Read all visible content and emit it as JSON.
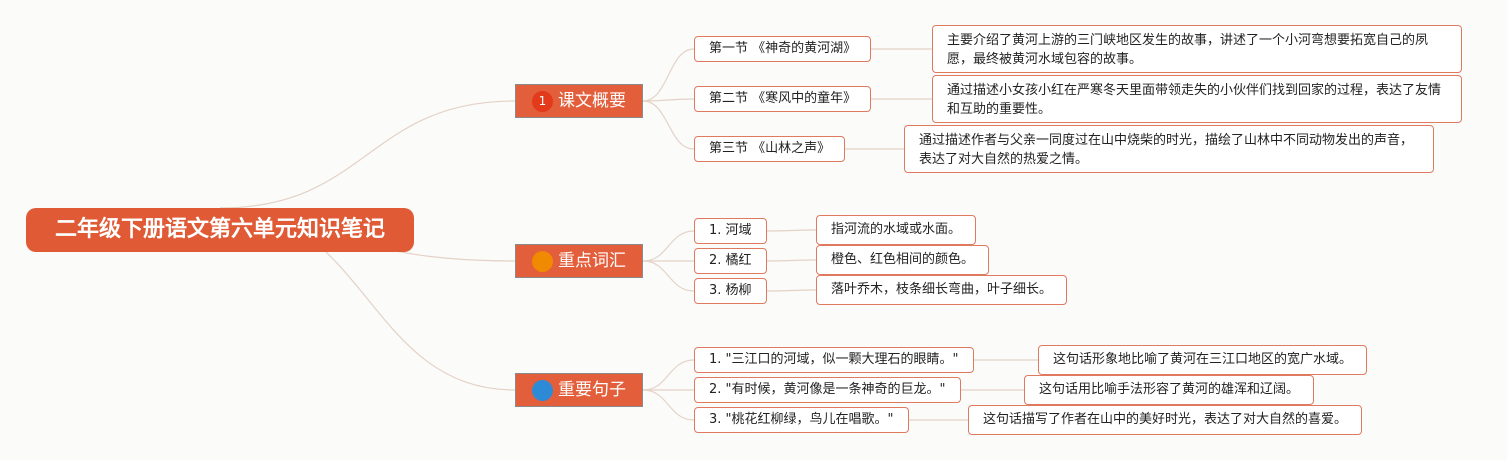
{
  "title": "二年级下册语文第六单元知识笔记",
  "colors": {
    "root": "#df5a35",
    "branch": "#e35e3b",
    "node_border": "#e07a5f",
    "link": "#e4d2c6",
    "badge_1": "#e23a1b",
    "badge_2": "#f08a00",
    "badge_3": "#2d8ad6"
  },
  "branches": [
    {
      "label": "课文概要",
      "badge": "1",
      "children": [
        {
          "label": "第一节 《神奇的黄河湖》",
          "note": "主要介绍了黄河上游的三门峡地区发生的故事，讲述了一个小河弯想要拓宽自己的夙愿，最终被黄河水域包容的故事。"
        },
        {
          "label": "第二节 《寒风中的童年》",
          "note": "通过描述小女孩小红在严寒冬天里面带领走失的小伙伴们找到回家的过程，表达了友情和互助的重要性。"
        },
        {
          "label": "第三节 《山林之声》",
          "note": "通过描述作者与父亲一同度过在山中烧柴的时光，描绘了山林中不同动物发出的声音，表达了对大自然的热爱之情。"
        }
      ]
    },
    {
      "label": "重点词汇",
      "badge": "",
      "children": [
        {
          "label": "1. 河域",
          "note": "指河流的水域或水面。"
        },
        {
          "label": "2. 橘红",
          "note": "橙色、红色相间的颜色。"
        },
        {
          "label": "3. 杨柳",
          "note": "落叶乔木，枝条细长弯曲，叶子细长。"
        }
      ]
    },
    {
      "label": "重要句子",
      "badge": "",
      "children": [
        {
          "label": "1. \"三江口的河域，似一颗大理石的眼睛。\"",
          "note": "这句话形象地比喻了黄河在三江口地区的宽广水域。"
        },
        {
          "label": "2. \"有时候，黄河像是一条神奇的巨龙。\"",
          "note": "这句话用比喻手法形容了黄河的雄浑和辽阔。"
        },
        {
          "label": "3. \"桃花红柳绿，鸟儿在唱歌。\"",
          "note": "这句话描写了作者在山中的美好时光，表达了对大自然的喜爱。"
        }
      ]
    }
  ]
}
